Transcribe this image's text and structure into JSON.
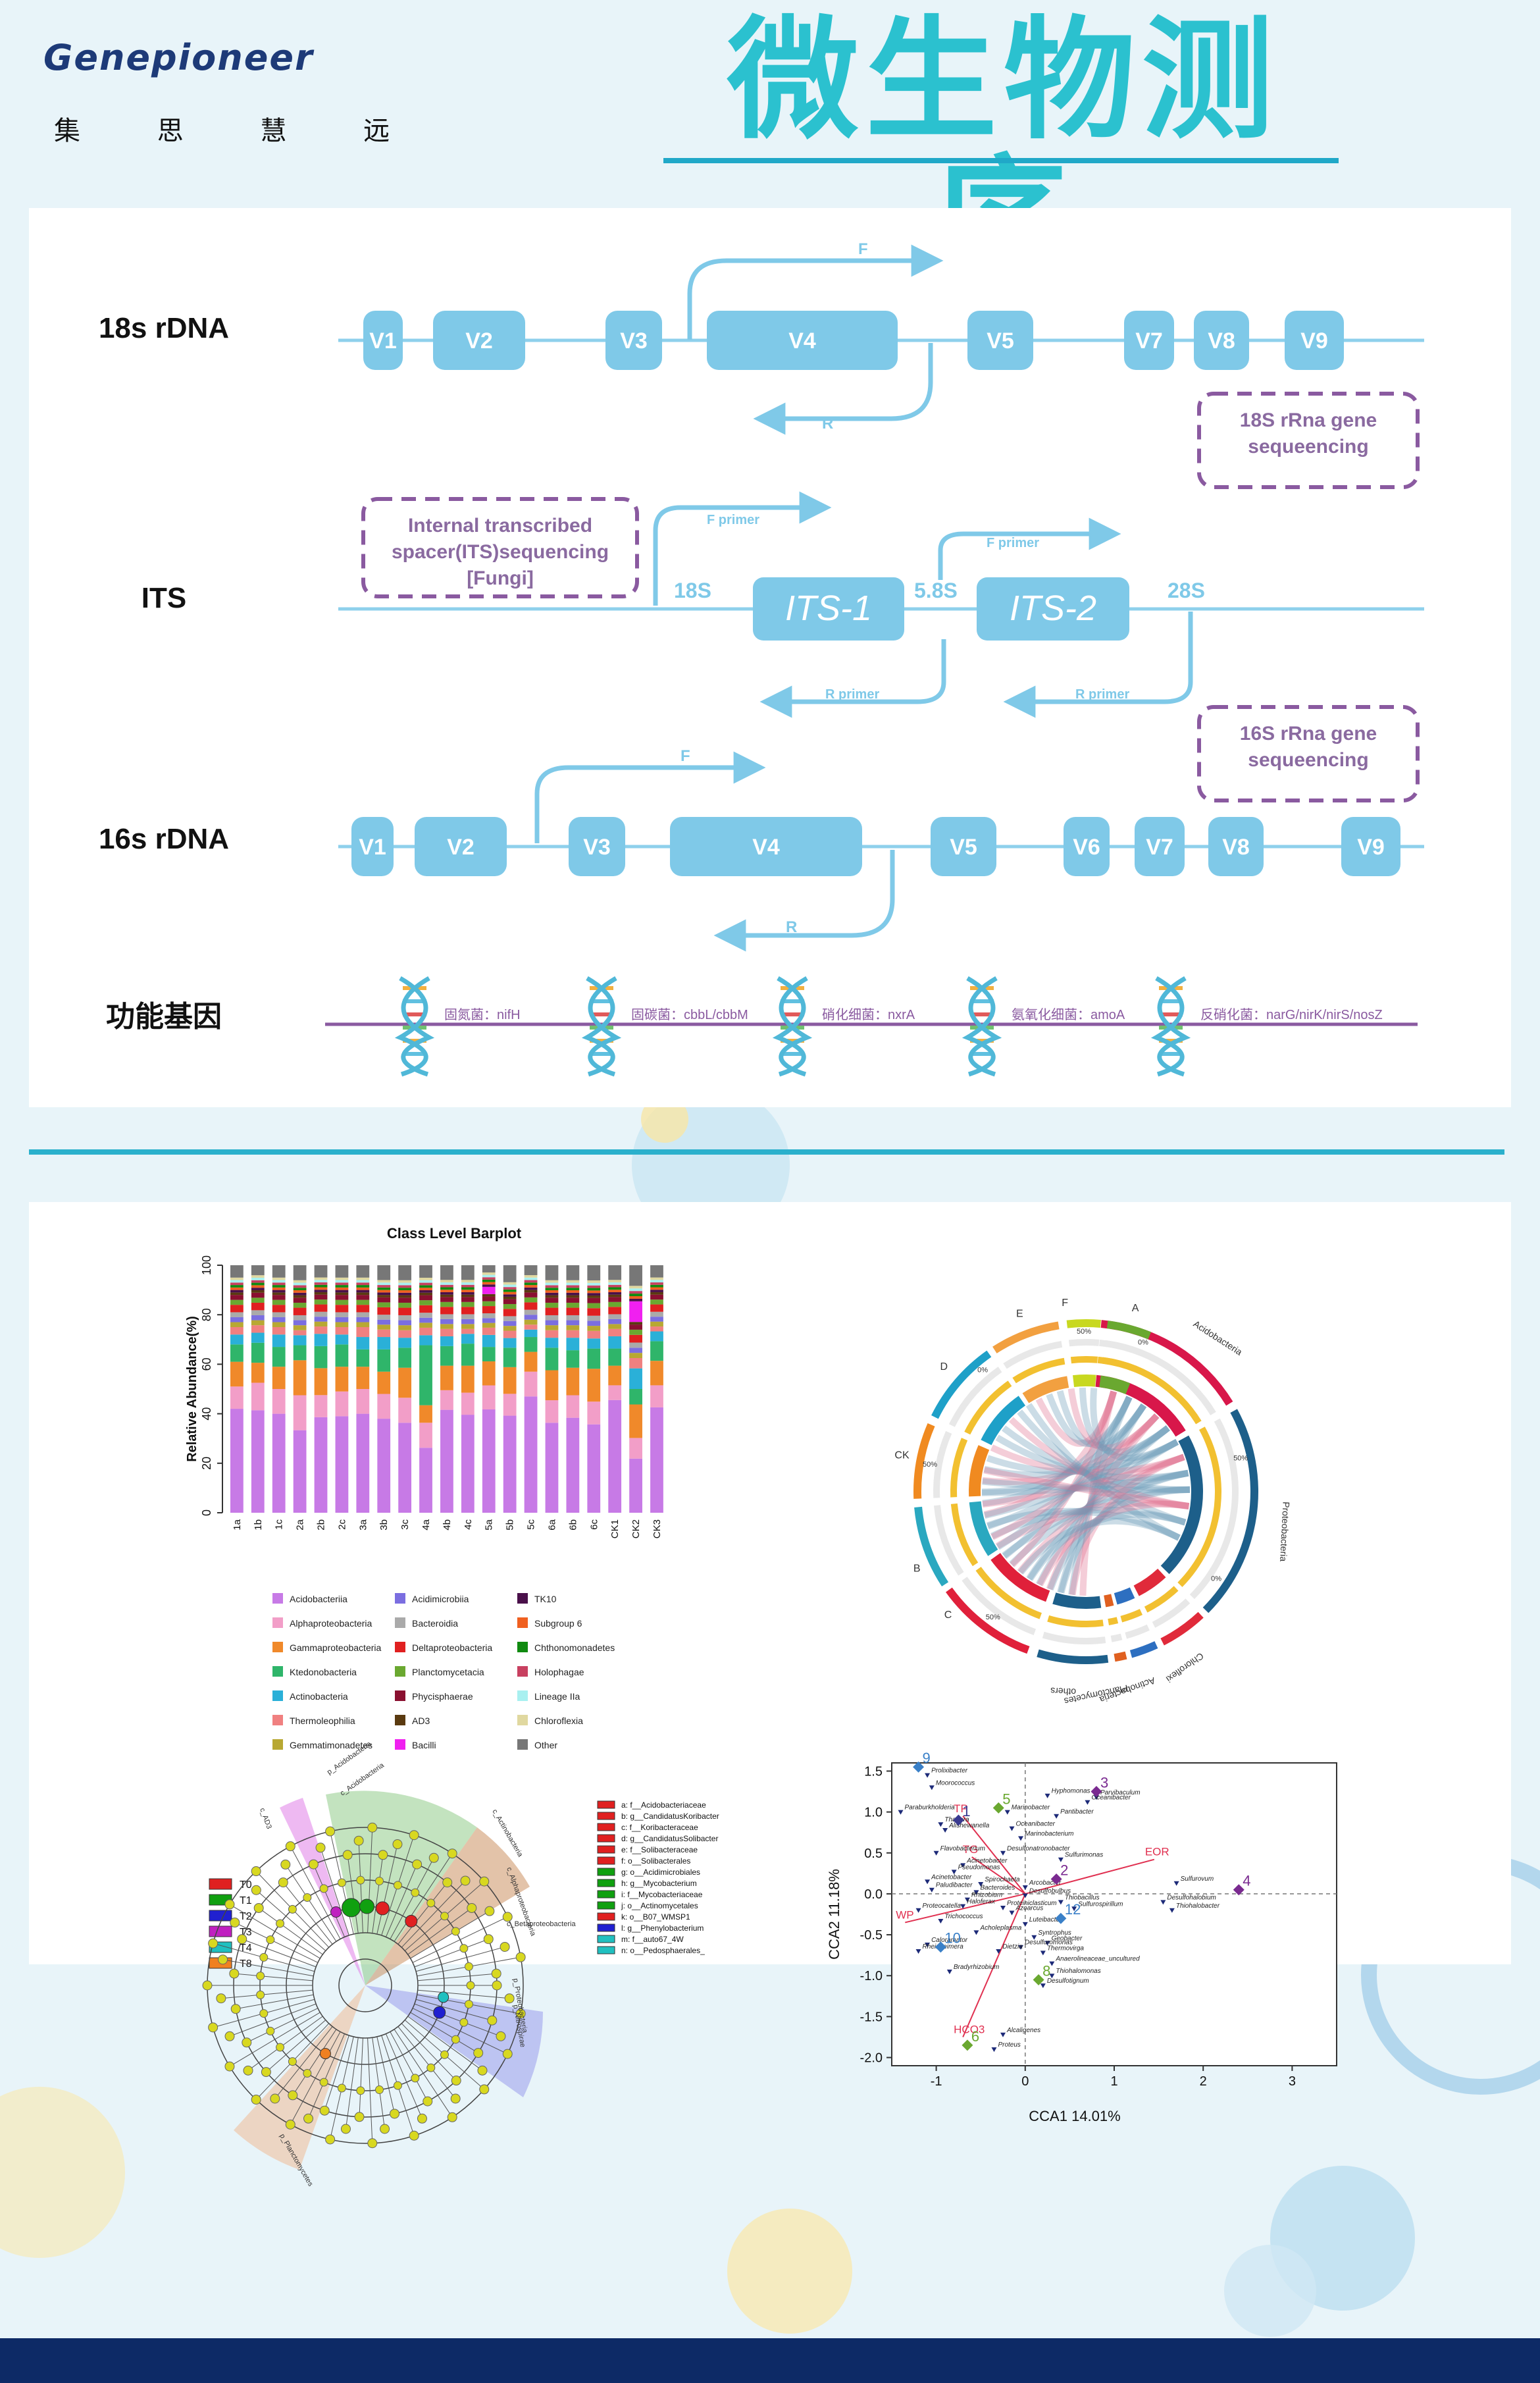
{
  "header": {
    "logo_brand": "Genepioneer",
    "logo_subtitle": "集 思 慧 远",
    "title": "微生物测序"
  },
  "colors": {
    "accent": "#2bc1cf",
    "region_box": "#7fc9e8",
    "dashed_box": "#8a5aa0",
    "footer": "#0d2a66"
  },
  "amplicon_diagram": {
    "rows": {
      "r18s": {
        "label": "18s rDNA",
        "regions": [
          "V1",
          "V2",
          "V3",
          "V4",
          "V5",
          "V7",
          "V8",
          "V9"
        ],
        "forward": "F",
        "reverse": "R",
        "note_line1": "18S rRna gene",
        "note_line2": "sequeencing"
      },
      "its": {
        "label": "ITS",
        "note_line1": "Internal transcribed",
        "note_line2": "spacer(ITS)sequencing",
        "note_line3": "[Fungi]",
        "marker_18s": "18S",
        "its1": "ITS-1",
        "marker_58s": "5.8S",
        "its2": "ITS-2",
        "marker_28s": "28S",
        "f_primer": "F primer",
        "r_primer": "R primer"
      },
      "r16s": {
        "label": "16s rDNA",
        "regions": [
          "V1",
          "V2",
          "V3",
          "V4",
          "V5",
          "V6",
          "V7",
          "V8",
          "V9"
        ],
        "forward": "F",
        "reverse": "R",
        "note_line1": "16S rRna gene",
        "note_line2": "sequeencing"
      },
      "functional": {
        "label": "功能基因",
        "genes": [
          "固氮菌：nifH",
          "固碳菌：cbbL/cbbM",
          "硝化细菌：nxrA",
          "氨氧化细菌：amoA",
          "反硝化菌：narG/nirK/nirS/nosZ"
        ]
      }
    }
  },
  "chart_data": [
    {
      "type": "bar",
      "title": "Class Level Barplot",
      "ylabel": "Relative Abundance(%)",
      "xlabel": "",
      "ylim": [
        0,
        100
      ],
      "yticks": [
        "0",
        "20",
        "40",
        "60",
        "80",
        "100"
      ],
      "categories": [
        "1a",
        "1b",
        "1c",
        "2a",
        "2b",
        "2c",
        "3a",
        "3b",
        "3c",
        "4a",
        "4b",
        "4c",
        "5a",
        "5b",
        "5c",
        "6a",
        "6b",
        "6c",
        "CK1",
        "CK2",
        "CK3"
      ],
      "stacked": true,
      "series": [
        {
          "name": "Acidobacteriia",
          "color": "#c77ae6",
          "values": [
            42,
            41,
            40,
            33,
            39,
            39,
            40,
            38,
            36,
            26,
            42,
            40,
            43,
            40,
            47,
            36,
            38,
            35,
            46,
            21,
            43
          ]
        },
        {
          "name": "Alphaproteobacteria",
          "color": "#f29ec8",
          "values": [
            9,
            11,
            10,
            14,
            9,
            10,
            10,
            10,
            10,
            10,
            8,
            9,
            10,
            9,
            10,
            9,
            9,
            9,
            6,
            8,
            9
          ]
        },
        {
          "name": "Gammaproteobacteria",
          "color": "#f0892a",
          "values": [
            10,
            8,
            9,
            14,
            11,
            10,
            9,
            9,
            12,
            7,
            10,
            11,
            10,
            11,
            8,
            12,
            11,
            13,
            8,
            13,
            10
          ]
        },
        {
          "name": "Ktedonobacteria",
          "color": "#2fb56a",
          "values": [
            7,
            8,
            8,
            6,
            9,
            9,
            7,
            9,
            8,
            24,
            8,
            9,
            6,
            8,
            6,
            9,
            7,
            8,
            7,
            6,
            8
          ]
        },
        {
          "name": "Actinobacteria",
          "color": "#2ab0d8",
          "values": [
            4,
            4,
            5,
            4,
            5,
            4,
            5,
            5,
            4,
            4,
            4,
            4,
            5,
            4,
            3,
            4,
            5,
            4,
            5,
            8,
            4
          ]
        },
        {
          "name": "Thermoleophilia",
          "color": "#f08080",
          "values": [
            3,
            3,
            3,
            2,
            3,
            3,
            4,
            3,
            3,
            3,
            3,
            2,
            3,
            3,
            2,
            3,
            3,
            3,
            3,
            4,
            2
          ]
        },
        {
          "name": "Gemmatimonadetes",
          "color": "#b8a832",
          "values": [
            2,
            2,
            2,
            2,
            2,
            2,
            2,
            2,
            2,
            2,
            2,
            2,
            2,
            2,
            2,
            2,
            2,
            2,
            2,
            2,
            2
          ]
        },
        {
          "name": "Acidimicrobiia",
          "color": "#7b6ee0",
          "values": [
            2,
            2,
            2,
            2,
            2,
            2,
            2,
            2,
            2,
            2,
            2,
            2,
            2,
            2,
            2,
            2,
            2,
            2,
            2,
            2,
            2
          ]
        },
        {
          "name": "Bacteroidia",
          "color": "#aaaaaa",
          "values": [
            2,
            2,
            2,
            2,
            2,
            2,
            2,
            2,
            2,
            2,
            2,
            2,
            2,
            2,
            2,
            2,
            2,
            2,
            2,
            2,
            2
          ]
        },
        {
          "name": "Deltaproteobacteria",
          "color": "#e02020",
          "values": [
            3,
            3,
            3,
            3,
            3,
            3,
            3,
            3,
            3,
            3,
            3,
            3,
            3,
            3,
            3,
            3,
            3,
            3,
            3,
            3,
            3
          ]
        },
        {
          "name": "Planctomycetacia",
          "color": "#6aa830",
          "values": [
            2,
            2,
            2,
            2,
            2,
            2,
            2,
            2,
            2,
            2,
            2,
            2,
            2,
            2,
            2,
            2,
            2,
            2,
            2,
            2,
            2
          ]
        },
        {
          "name": "Phycisphaerae",
          "color": "#8a1030",
          "values": [
            2,
            2,
            2,
            2,
            2,
            2,
            2,
            2,
            2,
            2,
            2,
            2,
            2,
            2,
            2,
            2,
            2,
            2,
            2,
            2,
            2
          ]
        },
        {
          "name": "AD3",
          "color": "#5a3a10",
          "values": [
            1,
            1,
            1,
            1,
            1,
            1,
            1,
            1,
            1,
            1,
            1,
            1,
            1,
            1,
            1,
            1,
            1,
            1,
            1,
            1,
            1
          ]
        },
        {
          "name": "Bacilli",
          "color": "#f020f0",
          "values": [
            0,
            0,
            0,
            0,
            0,
            0,
            0,
            0,
            0,
            0,
            0,
            0,
            3,
            0,
            0,
            0,
            0,
            0,
            0,
            8,
            0
          ]
        },
        {
          "name": "TK10",
          "color": "#4a104a",
          "values": [
            1,
            1,
            1,
            1,
            1,
            1,
            1,
            1,
            1,
            1,
            1,
            1,
            1,
            1,
            1,
            1,
            1,
            1,
            1,
            1,
            1
          ]
        },
        {
          "name": "Subgroup 6",
          "color": "#f06020",
          "values": [
            1,
            1,
            1,
            1,
            1,
            1,
            1,
            1,
            1,
            1,
            1,
            1,
            1,
            1,
            1,
            1,
            1,
            1,
            1,
            1,
            1
          ]
        },
        {
          "name": "Chthonomonadetes",
          "color": "#108a10",
          "values": [
            1,
            1,
            1,
            1,
            1,
            1,
            1,
            1,
            1,
            1,
            1,
            1,
            1,
            1,
            1,
            1,
            1,
            1,
            1,
            1,
            1
          ]
        },
        {
          "name": "Holophagae",
          "color": "#c84060",
          "values": [
            1,
            1,
            1,
            1,
            1,
            1,
            1,
            1,
            1,
            1,
            1,
            1,
            1,
            1,
            1,
            1,
            1,
            1,
            1,
            1,
            1
          ]
        },
        {
          "name": "Lineage IIa",
          "color": "#a8f0f0",
          "values": [
            1,
            1,
            1,
            1,
            1,
            1,
            1,
            1,
            1,
            1,
            1,
            1,
            1,
            1,
            1,
            1,
            1,
            1,
            1,
            1,
            1
          ]
        },
        {
          "name": "Chloroflexia",
          "color": "#e0d8a0",
          "values": [
            1,
            1,
            1,
            1,
            1,
            1,
            1,
            1,
            1,
            1,
            1,
            1,
            1,
            1,
            1,
            1,
            1,
            1,
            1,
            1,
            1
          ]
        },
        {
          "name": "Other",
          "color": "#777777",
          "values": [
            5,
            4,
            5,
            6,
            5,
            5,
            5,
            6,
            6,
            5,
            6,
            6,
            3,
            7,
            4,
            6,
            6,
            6,
            6,
            8,
            5
          ]
        }
      ]
    },
    {
      "type": "chord",
      "sample_labels": [
        "A",
        "B",
        "C",
        "CK",
        "D",
        "E",
        "F"
      ],
      "group_labels": [
        "Acidobacteria",
        "Proteobacteria",
        "Chloroflexi",
        "Actinobacteria",
        "Planctomycetes",
        "others"
      ],
      "tick_labels": [
        "0%",
        "50%"
      ]
    },
    {
      "type": "cladogram",
      "legend": [
        {
          "name": "T0",
          "color": "#e02020"
        },
        {
          "name": "T1",
          "color": "#10a010"
        },
        {
          "name": "T2",
          "color": "#2020d0"
        },
        {
          "name": "T3",
          "color": "#c020c0"
        },
        {
          "name": "T4",
          "color": "#20c0c0"
        },
        {
          "name": "T8",
          "color": "#f08020"
        }
      ],
      "taxa": [
        "a: f__Acidobacteriaceae",
        "b: g__CandidatusKoribacter",
        "c: f__Koribacteraceae",
        "d: g__CandidatusSolibacter",
        "e: f__Solibacteraceae",
        "f: o__Solibacterales",
        "g: o__Acidimicrobiales",
        "h: g__Mycobacterium",
        "i: f__Mycobacteriaceae",
        "j: o__Actinomycetales",
        "k: o__B07_WMSP1",
        "l: g__Phenylobacterium",
        "m: f__auto67_4W",
        "n: o__Pedosphaerales_"
      ],
      "clade_labels": [
        "p_Acidobacteria",
        "c_Acidobacteria",
        "c_Actinobacteria",
        "p_Planctomycetes",
        "c_Alphaproteobacteria",
        "c_Betaproteobacteria",
        "p_Proteobacteria",
        "p_Nitrospirae",
        "c_AD3"
      ]
    },
    {
      "type": "scatter",
      "xlabel": "CCA1  14.01%",
      "ylabel": "CCA2  11.18%",
      "xlim": [
        -1.5,
        3.5
      ],
      "ylim": [
        -2.1,
        1.6
      ],
      "xticks": [
        "-1",
        "0",
        "1",
        "2",
        "3"
      ],
      "yticks": [
        "1.5",
        "1.0",
        "0.5",
        "0.0",
        "-0.5",
        "-1.0",
        "-1.5",
        "-2.0"
      ],
      "samples": [
        {
          "label": "9",
          "x": -1.2,
          "y": 1.55,
          "color": "#3a80c8"
        },
        {
          "label": "3",
          "x": 0.8,
          "y": 1.25,
          "color": "#7a2a90"
        },
        {
          "label": "5",
          "x": -0.3,
          "y": 1.05,
          "color": "#6aa830"
        },
        {
          "label": "1",
          "x": -0.75,
          "y": 0.9,
          "color": "#3a3a90"
        },
        {
          "label": "2",
          "x": 0.35,
          "y": 0.18,
          "color": "#7a2a90"
        },
        {
          "label": "4",
          "x": 2.4,
          "y": 0.05,
          "color": "#7a2a90"
        },
        {
          "label": "12",
          "x": 0.4,
          "y": -0.3,
          "color": "#3a80c8"
        },
        {
          "label": "10",
          "x": -0.95,
          "y": -0.65,
          "color": "#3a80c8"
        },
        {
          "label": "8",
          "x": 0.15,
          "y": -1.05,
          "color": "#6aa830"
        },
        {
          "label": "6",
          "x": -0.65,
          "y": -1.85,
          "color": "#6aa830"
        }
      ],
      "env_vectors": [
        {
          "label": "TP",
          "x": -0.7,
          "y": 0.95
        },
        {
          "label": "TG",
          "x": -0.6,
          "y": 0.45
        },
        {
          "label": "EOR",
          "x": 1.45,
          "y": 0.42
        },
        {
          "label": "WP",
          "x": -1.35,
          "y": -0.35
        },
        {
          "label": "HCO3",
          "x": -0.7,
          "y": -1.75
        }
      ],
      "species": [
        {
          "name": "Prolixibacter",
          "x": -1.1,
          "y": 1.45
        },
        {
          "name": "Moorococcus",
          "x": -1.05,
          "y": 1.3
        },
        {
          "name": "Hyphomonas",
          "x": 0.25,
          "y": 1.2
        },
        {
          "name": "Parvibaculum",
          "x": 0.8,
          "y": 1.18
        },
        {
          "name": "Oceanibacter",
          "x": 0.7,
          "y": 1.12
        },
        {
          "name": "Paraburkholderia",
          "x": -1.4,
          "y": 1.0
        },
        {
          "name": "Pantibacter",
          "x": 0.35,
          "y": 0.95
        },
        {
          "name": "Marinobacter",
          "x": -0.2,
          "y": 1.0
        },
        {
          "name": "Thauera",
          "x": -0.95,
          "y": 0.85
        },
        {
          "name": "Oceanibacter",
          "x": -0.15,
          "y": 0.8
        },
        {
          "name": "Alishewanella",
          "x": -0.9,
          "y": 0.78
        },
        {
          "name": "Marinobacterium",
          "x": -0.05,
          "y": 0.68
        },
        {
          "name": "Flavobacterium",
          "x": -1.0,
          "y": 0.5
        },
        {
          "name": "Desulfonatronobacter",
          "x": -0.25,
          "y": 0.5
        },
        {
          "name": "Sulfurimonas",
          "x": 0.4,
          "y": 0.42
        },
        {
          "name": "Acinetobacter",
          "x": -0.7,
          "y": 0.35
        },
        {
          "name": "Pseudomonas",
          "x": -0.8,
          "y": 0.27
        },
        {
          "name": "Acinetobacter",
          "x": -1.1,
          "y": 0.15
        },
        {
          "name": "Spirochaeta",
          "x": -0.5,
          "y": 0.12
        },
        {
          "name": "Arcobacter",
          "x": 0.0,
          "y": 0.08
        },
        {
          "name": "Sulfurovum",
          "x": 1.7,
          "y": 0.13
        },
        {
          "name": "Paludibacter",
          "x": -1.05,
          "y": 0.05
        },
        {
          "name": "Bacteroides",
          "x": -0.55,
          "y": 0.02
        },
        {
          "name": "Desulfobulbus",
          "x": 0.0,
          "y": -0.02
        },
        {
          "name": "Rhizobium",
          "x": -0.65,
          "y": -0.07
        },
        {
          "name": "Thiobacillus",
          "x": 0.4,
          "y": -0.1
        },
        {
          "name": "Desulfohalobium",
          "x": 1.55,
          "y": -0.1
        },
        {
          "name": "Haloferax",
          "x": -0.7,
          "y": -0.15
        },
        {
          "name": "Proteiniclasticum",
          "x": -0.25,
          "y": -0.17
        },
        {
          "name": "Sulfurospirillum",
          "x": 0.55,
          "y": -0.18
        },
        {
          "name": "Thiohalobacter",
          "x": 1.65,
          "y": -0.2
        },
        {
          "name": "Proteocatella",
          "x": -1.2,
          "y": -0.2
        },
        {
          "name": "Azoarcus",
          "x": -0.15,
          "y": -0.23
        },
        {
          "name": "Trichococcus",
          "x": -0.95,
          "y": -0.33
        },
        {
          "name": "Luteibacter",
          "x": 0.0,
          "y": -0.37
        },
        {
          "name": "Acholeplasma",
          "x": -0.55,
          "y": -0.47
        },
        {
          "name": "Syntrophus",
          "x": 0.1,
          "y": -0.53
        },
        {
          "name": "Geobacter",
          "x": 0.25,
          "y": -0.6
        },
        {
          "name": "Caloramator",
          "x": -1.1,
          "y": -0.62
        },
        {
          "name": "Desulfuromonas",
          "x": -0.05,
          "y": -0.65
        },
        {
          "name": "Rheinheimera",
          "x": -1.2,
          "y": -0.7
        },
        {
          "name": "Dietzia",
          "x": -0.3,
          "y": -0.7
        },
        {
          "name": "Thermovirga",
          "x": 0.2,
          "y": -0.72
        },
        {
          "name": "Anaerolineaceae_uncultured",
          "x": 0.3,
          "y": -0.85
        },
        {
          "name": "Bradyrhizobium",
          "x": -0.85,
          "y": -0.95
        },
        {
          "name": "Thiohalomonas",
          "x": 0.3,
          "y": -1.0
        },
        {
          "name": "Desulfotignum",
          "x": 0.2,
          "y": -1.12
        },
        {
          "name": "Alcaligenes",
          "x": -0.25,
          "y": -1.72
        },
        {
          "name": "Proteus",
          "x": -0.35,
          "y": -1.9
        }
      ]
    }
  ]
}
